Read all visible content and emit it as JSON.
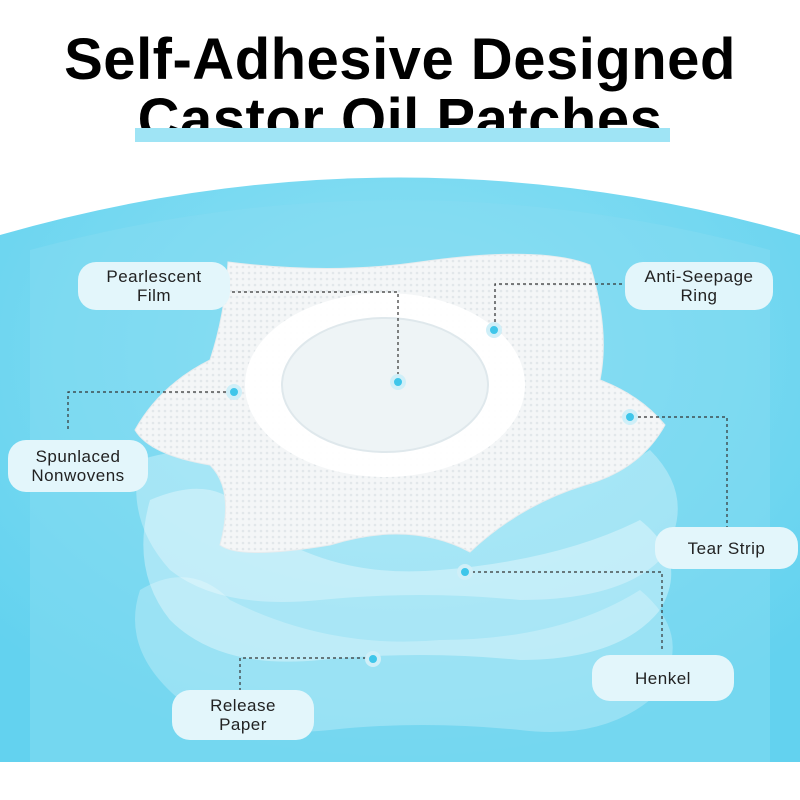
{
  "title": {
    "line1": "Self-Adhesive Designed",
    "line2": "Castor Oil Patches"
  },
  "colors": {
    "background_blue": "#7fdcf2",
    "accent_cyan": "#3fc6ea",
    "label_bg": "#e3f6fb",
    "underline": "#9fe4f5"
  },
  "labels": {
    "pearlescent_film": "Pearlescent\nFilm",
    "anti_seepage_ring": "Anti-Seepage\nRing",
    "spunlaced_nonwovens": "Spunlaced\nNonwovens",
    "tear_strip": "Tear Strip",
    "henkel": "Henkel",
    "release_paper": "Release\nPaper"
  }
}
